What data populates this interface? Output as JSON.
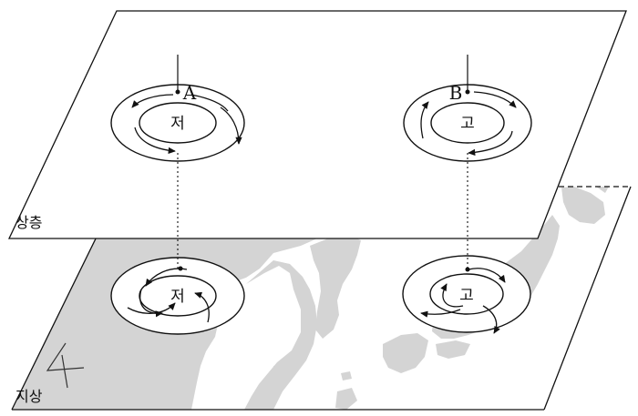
{
  "upper_layer": {
    "label": "상층",
    "low_center": {
      "text": "저",
      "point_label": "A"
    },
    "high_center": {
      "text": "고",
      "point_label": "B"
    }
  },
  "surface_layer": {
    "label": "지상",
    "low_center": {
      "text": "저"
    },
    "high_center": {
      "text": "고"
    },
    "handwritten_mark": "4"
  },
  "colors": {
    "map_land": "#d4d4d4",
    "line": "#111111",
    "background": "#ffffff"
  }
}
